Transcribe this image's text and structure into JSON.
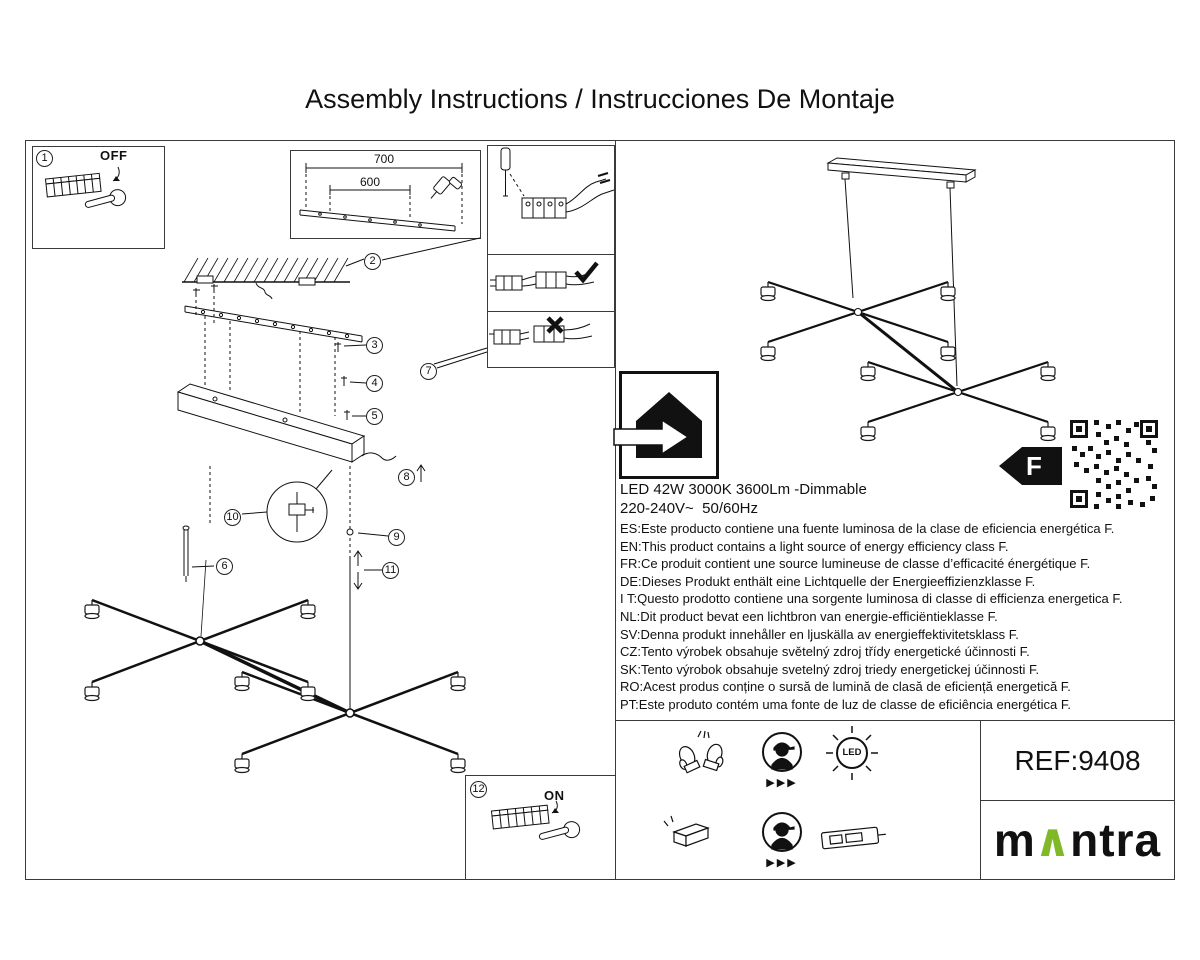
{
  "page": {
    "title": "Assembly Instructions / Instrucciones De Montaje"
  },
  "steps": {
    "off_label": "OFF",
    "on_label": "ON"
  },
  "dimensions": {
    "overall": "700",
    "inner": "600"
  },
  "callouts": [
    "1",
    "2",
    "3",
    "4",
    "5",
    "6",
    "7",
    "8",
    "9",
    "10",
    "11",
    "12"
  ],
  "specs": {
    "line1": "LED 42W 3000K 3600Lm -Dimmable",
    "line2": "220-240V~  50/60Hz"
  },
  "energy": {
    "class_letter": "F",
    "lines": [
      "ES:Este producto contiene una fuente luminosa de la clase de eficiencia energética F.",
      "EN:This product contains a light source of energy efficiency class F.",
      "FR:Ce produit contient une source lumineuse de classe d’efficacité énergétique F.",
      "DE:Dieses Produkt enthält eine Lichtquelle der Energieeffizienzklasse F.",
      "I T:Questo prodotto contiene una sorgente luminosa di classe di efficienza energetica F.",
      "NL:Dit product bevat een lichtbron van energie-efficiëntieklasse F.",
      "SV:Denna produkt innehåller en ljuskälla av energieffektivitetsklass F.",
      "CZ:Tento výrobek obsahuje světelný zdroj třídy energetické účinnosti F.",
      "SK:Tento výrobok obsahuje svetelný zdroj triedy energetickej účinnosti F.",
      "RO:Acest produs conține o sursă de lumină de clasă de eficiență energetică F.",
      "PT:Este produto contém uma fonte de luz de classe de eficiência energética F."
    ]
  },
  "footer": {
    "ref": "REF:9408",
    "arrows": "▶▶▶",
    "led_label": "LED",
    "brand": {
      "prefix": "m",
      "caret": "∧",
      "suffix": "ntra"
    }
  },
  "colors": {
    "brand_green": "#7fb927",
    "ink": "#111111"
  }
}
